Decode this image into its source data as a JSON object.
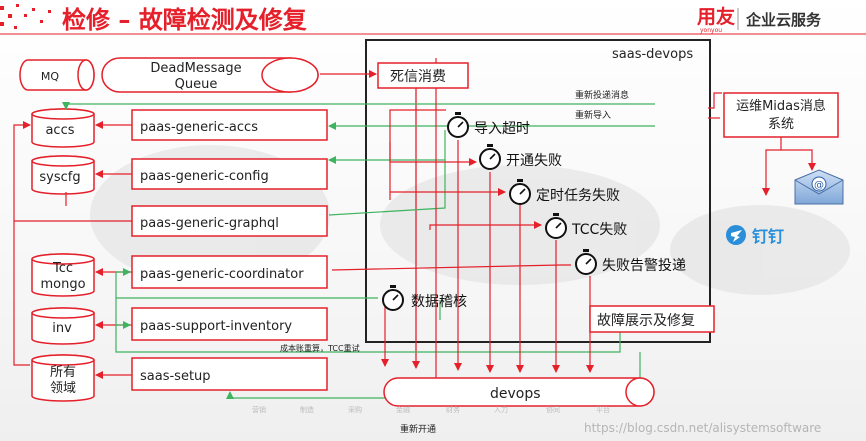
{
  "header": {
    "title": "检修 – 故障检测及修复",
    "brand_logo": "用友",
    "brand_sub": "yonyou",
    "brand_text": "企业云服务"
  },
  "devops_box_label": "saas-devops",
  "dead_letter": "死信消费",
  "left": {
    "mq": "MQ",
    "dead_queue_line1": "DeadMessage",
    "dead_queue_line2": "Queue",
    "accs": "accs",
    "syscfg": "syscfg",
    "tcc_line1": "Tcc",
    "tcc_line2": "mongo",
    "inv": "inv",
    "domain_line1": "所有",
    "domain_line2": "领域"
  },
  "services": [
    "paas-generic-accs",
    "paas-generic-config",
    "paas-generic-graphql",
    "paas-generic-coordinator",
    "paas-support-inventory",
    "saas-setup"
  ],
  "timers": [
    "导入超时",
    "开通失败",
    "定时任务失败",
    "TCC失败",
    "失败告警投递",
    "数据稽核"
  ],
  "arrow_labels": {
    "redeliver": "重新投递消息",
    "reimport": "重新导入",
    "cost_retry": "成本账重算，TCC重试",
    "reopen": "重新开通"
  },
  "devops_db": "devops",
  "fault_display": "故障展示及修复",
  "midas_line1": "运维Midas消息",
  "midas_line2": "系统",
  "dingtalk": "钉钉",
  "email_icon_text": "@",
  "watermark": "https://blog.csdn.net/alisystemsoftware",
  "bg_labels": [
    "营销",
    "制造",
    "采购",
    "金融",
    "财务",
    "人力",
    "协同",
    "平台"
  ],
  "colors": {
    "red": "#e5202a",
    "blue": "#2a8fd8",
    "green": "#3fb35f",
    "grey": "#9a9a9a",
    "dark": "#222222"
  }
}
